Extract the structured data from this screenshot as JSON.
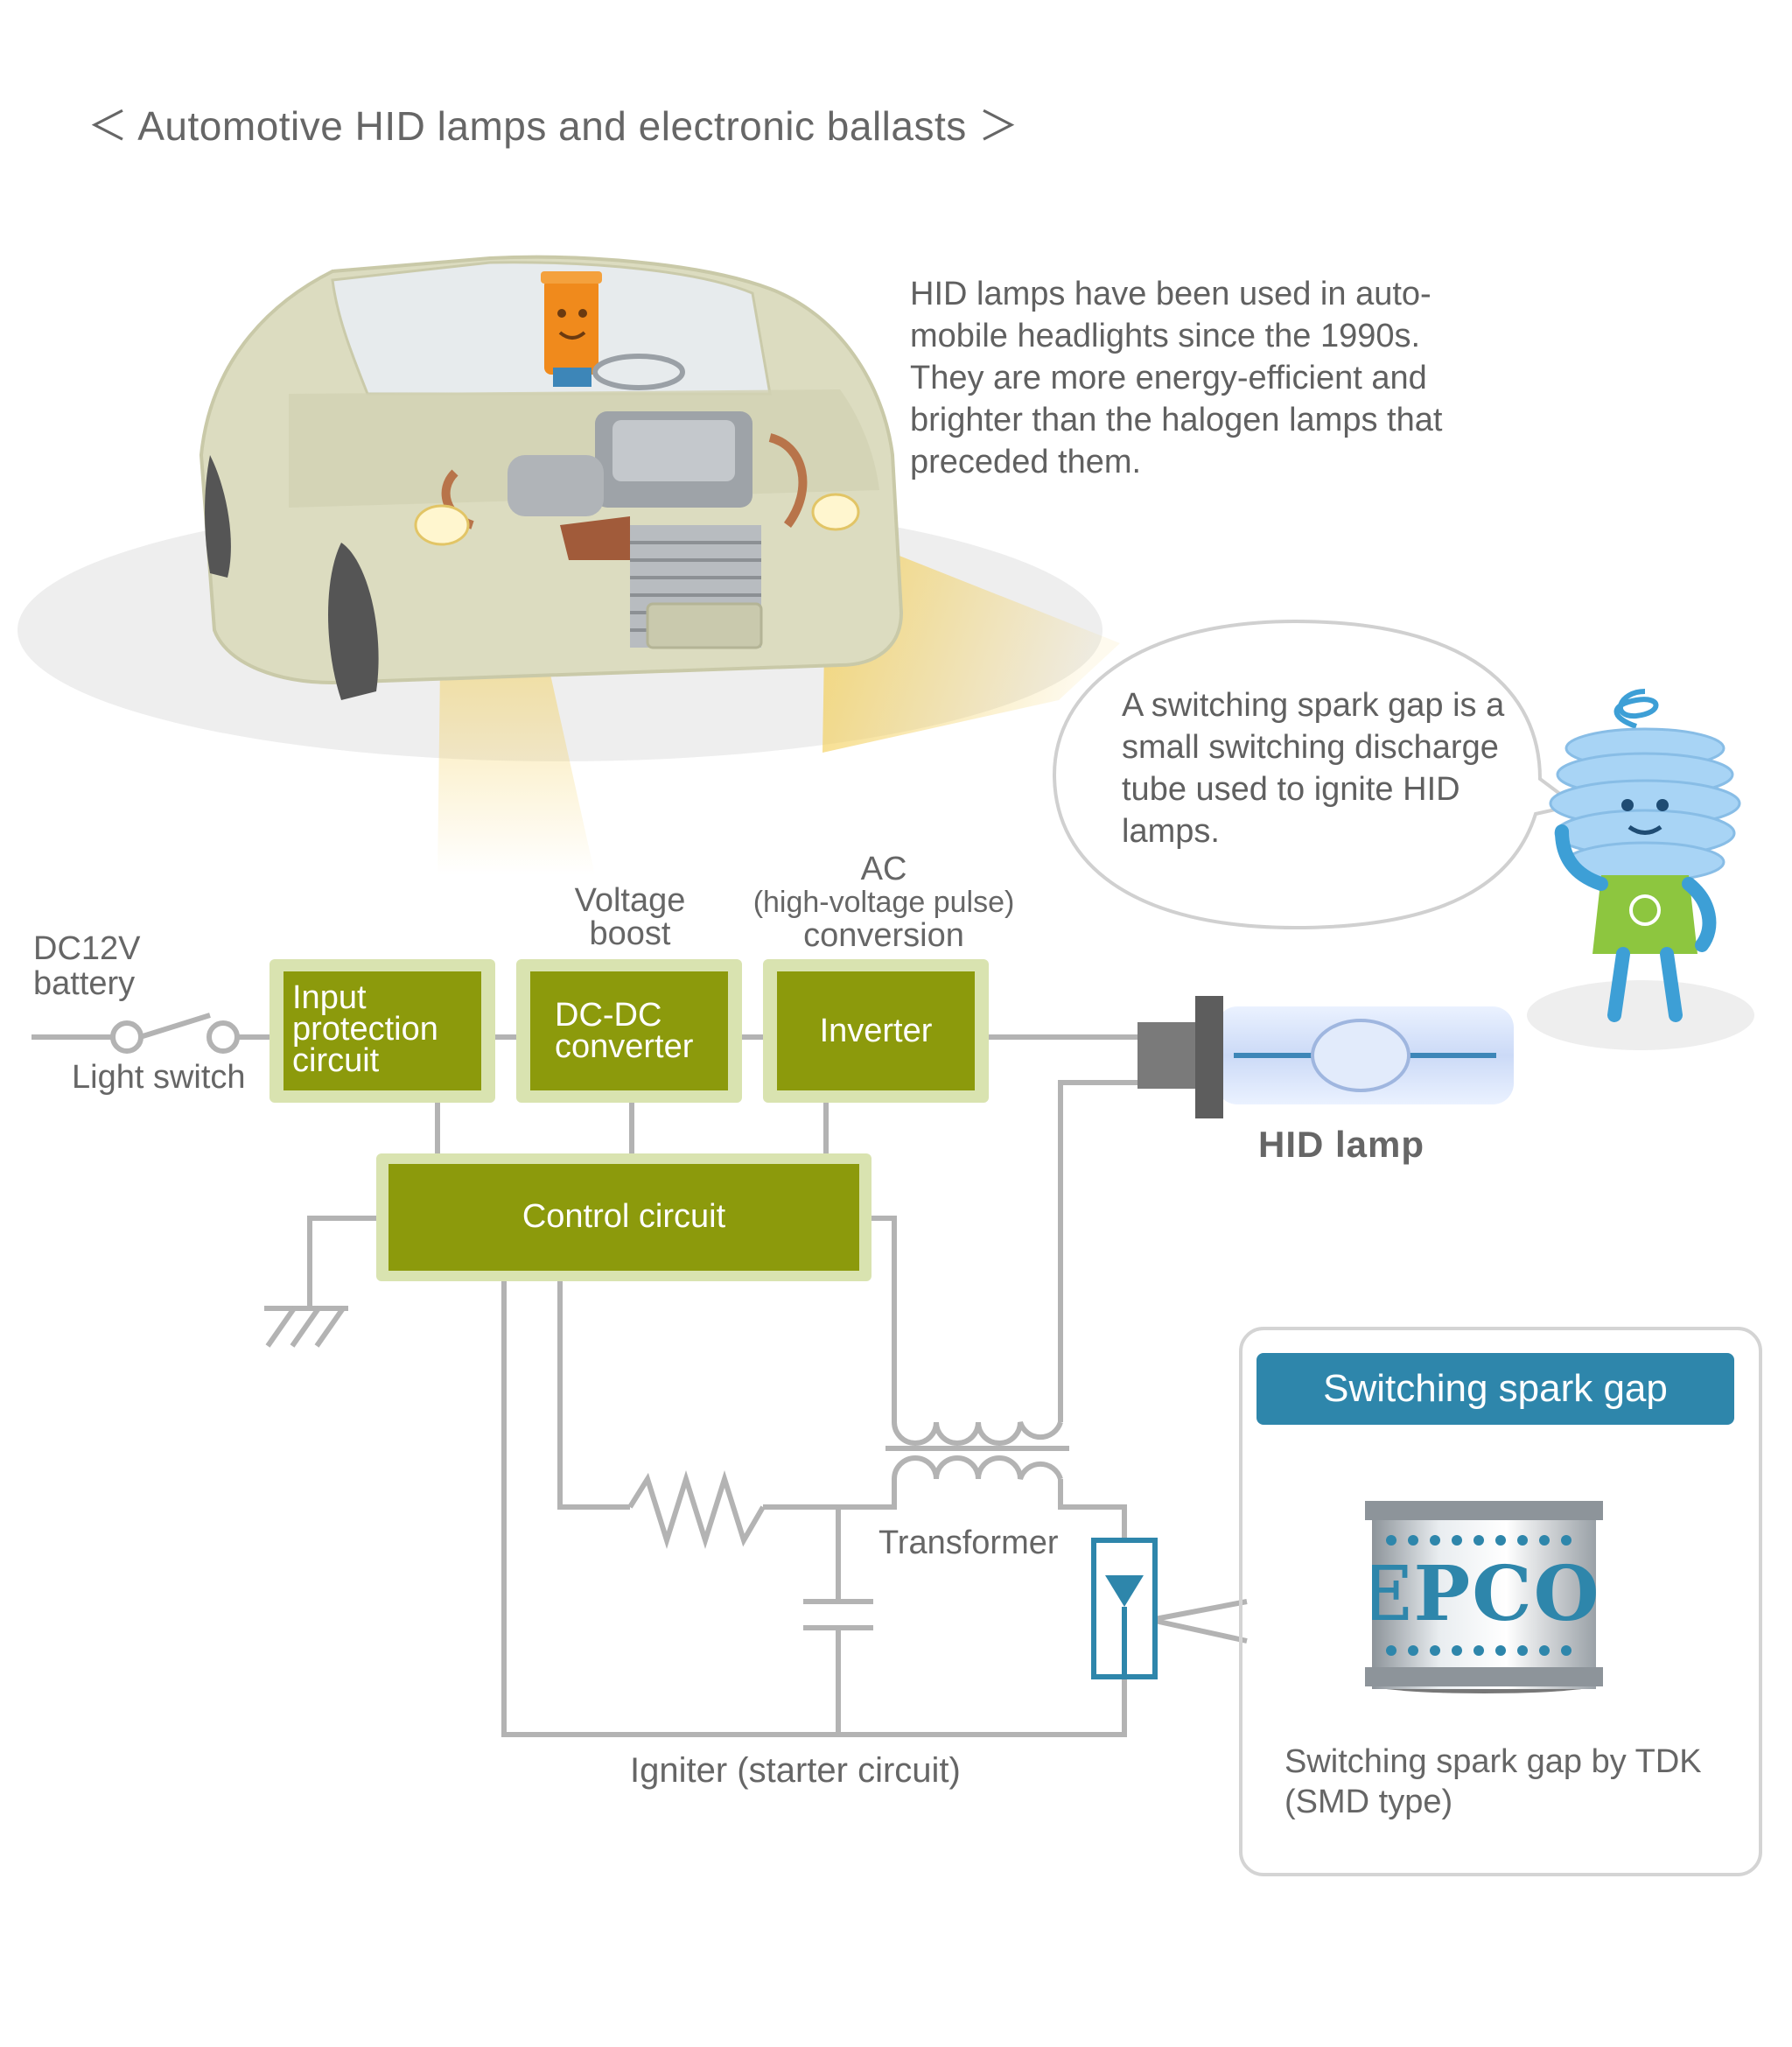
{
  "title": "＜ Automotive HID lamps and electronic ballasts ＞",
  "intro": "HID lamps have been used in auto-mobile headlights since the 1990s. They are more energy-efficient and brighter than the halogen lamps that preceded them.",
  "bubble": "A switching spark gap is a small switching discharge tube used to ignite HID lamps.",
  "labels": {
    "battery": "DC12V battery",
    "light_switch": "Light switch",
    "voltage_boost": "Voltage boost",
    "ac_top": "AC",
    "ac_pulse": "(high-voltage pulse)",
    "ac_conversion": "conversion",
    "hid_lamp": "HID lamp",
    "transformer": "Transformer",
    "igniter": "Igniter (starter circuit)"
  },
  "blocks": {
    "input_protection": "Input protection circuit",
    "dc_dc": "DC-DC converter",
    "inverter": "Inverter",
    "control": "Control circuit"
  },
  "ssg": {
    "title": "Switching spark gap",
    "brand": "EPCOS",
    "caption": "Switching spark gap by TDK (SMD type)"
  },
  "colors": {
    "block_green": "#8c9a0c",
    "block_border": "#d9e3b0",
    "igniter_bg": "#e4ebc6",
    "wire": "#b3b3b3",
    "accent_blue": "#2e86ab",
    "headlight_beam": "#f5d36b"
  }
}
